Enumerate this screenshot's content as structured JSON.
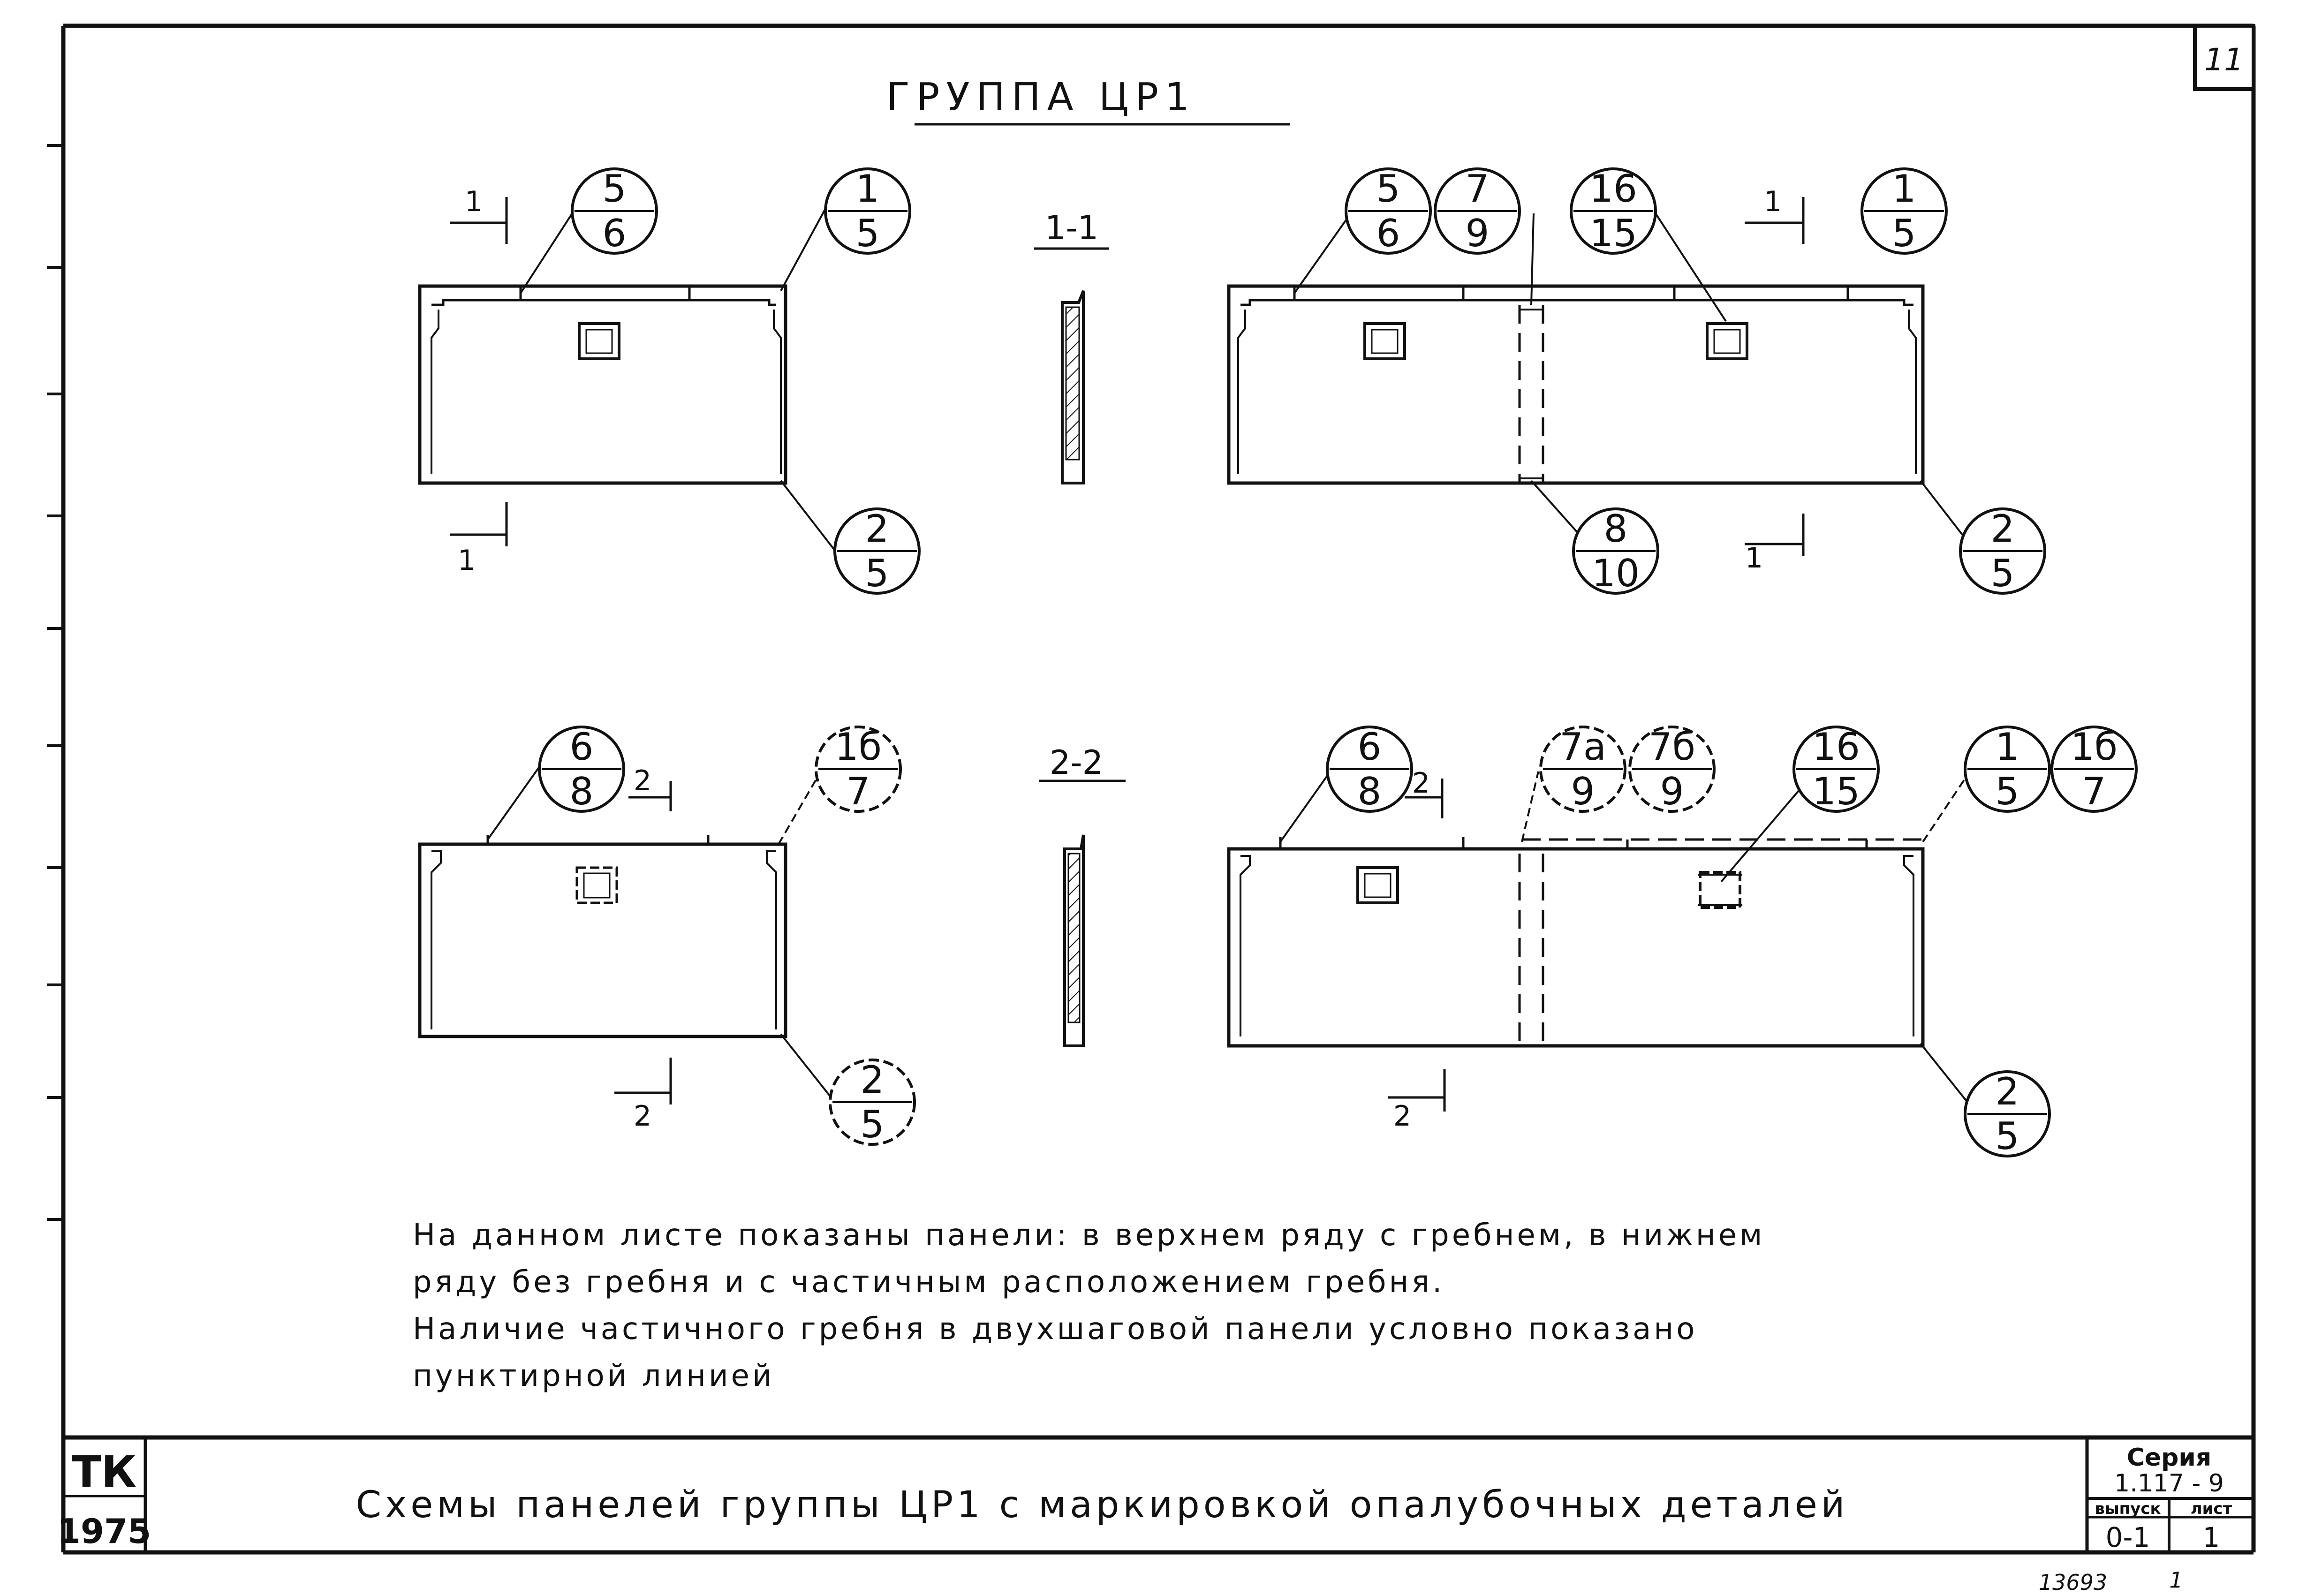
{
  "sheet_number": "11",
  "title": "ГРУППА ЦР1",
  "sections": {
    "s1": "1-1",
    "s2": "2-2"
  },
  "cut_labels": {
    "c1": "1",
    "c2": "2"
  },
  "panels": {
    "top_left": {
      "callouts": [
        {
          "top": "5",
          "bottom": "6"
        },
        {
          "top": "1",
          "bottom": "5"
        },
        {
          "top": "2",
          "bottom": "5"
        }
      ]
    },
    "top_right": {
      "callouts": [
        {
          "top": "5",
          "bottom": "6"
        },
        {
          "top": "7",
          "bottom": "9"
        },
        {
          "top": "16",
          "bottom": "15"
        },
        {
          "top": "1",
          "bottom": "5"
        },
        {
          "top": "8",
          "bottom": "10"
        },
        {
          "top": "2",
          "bottom": "5"
        }
      ]
    },
    "bottom_left": {
      "callouts": [
        {
          "top": "6",
          "bottom": "8"
        },
        {
          "top": "1б",
          "bottom": "7"
        },
        {
          "top": "2",
          "bottom": "5"
        }
      ]
    },
    "bottom_right": {
      "callouts": [
        {
          "top": "6",
          "bottom": "8"
        },
        {
          "top": "7а",
          "bottom": "9"
        },
        {
          "top": "7б",
          "bottom": "9"
        },
        {
          "top": "16",
          "bottom": "15"
        },
        {
          "top": "1",
          "bottom": "5"
        },
        {
          "top": "1б",
          "bottom": "7"
        },
        {
          "top": "2",
          "bottom": "5"
        }
      ]
    }
  },
  "notes": [
    "На данном листе показаны панели: в верхнем ряду с гребнем, в нижнем",
    "ряду без гребня и с частичным расположением гребня.",
    "Наличие частичного гребня в двухшаговой панели условно показано",
    "пунктирной линией"
  ],
  "title_block": {
    "tk": "ТК",
    "year": "1975",
    "drawing_title": "Схемы панелей группы ЦР1 с маркировкой опалубочных деталей",
    "series_label": "Серия",
    "series_value": "1.117 - 9",
    "issue_label": "выпуск",
    "sheet_label": "лист",
    "issue_value": "0-1",
    "sheet_value": "1"
  },
  "footer_mark": "13693",
  "footer_mark2": "1"
}
